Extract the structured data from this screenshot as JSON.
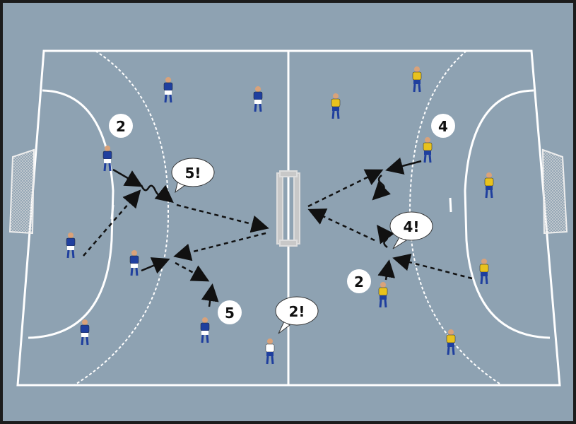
{
  "colors": {
    "court": "#8ea2b2",
    "lines": "#ffffff",
    "team_a": "#1f3f9e",
    "team_b": "#e8c21e",
    "arrow": "#111111"
  },
  "markers": [
    {
      "id": "m-2-left",
      "text": "2",
      "type": "circle"
    },
    {
      "id": "m-5-call",
      "text": "5!",
      "type": "speech"
    },
    {
      "id": "m-5",
      "text": "5",
      "type": "circle"
    },
    {
      "id": "m-2-call",
      "text": "2!",
      "type": "speech"
    },
    {
      "id": "m-4",
      "text": "4",
      "type": "circle"
    },
    {
      "id": "m-4-call",
      "text": "4!",
      "type": "speech"
    },
    {
      "id": "m-2-right",
      "text": "2",
      "type": "circle"
    }
  ]
}
